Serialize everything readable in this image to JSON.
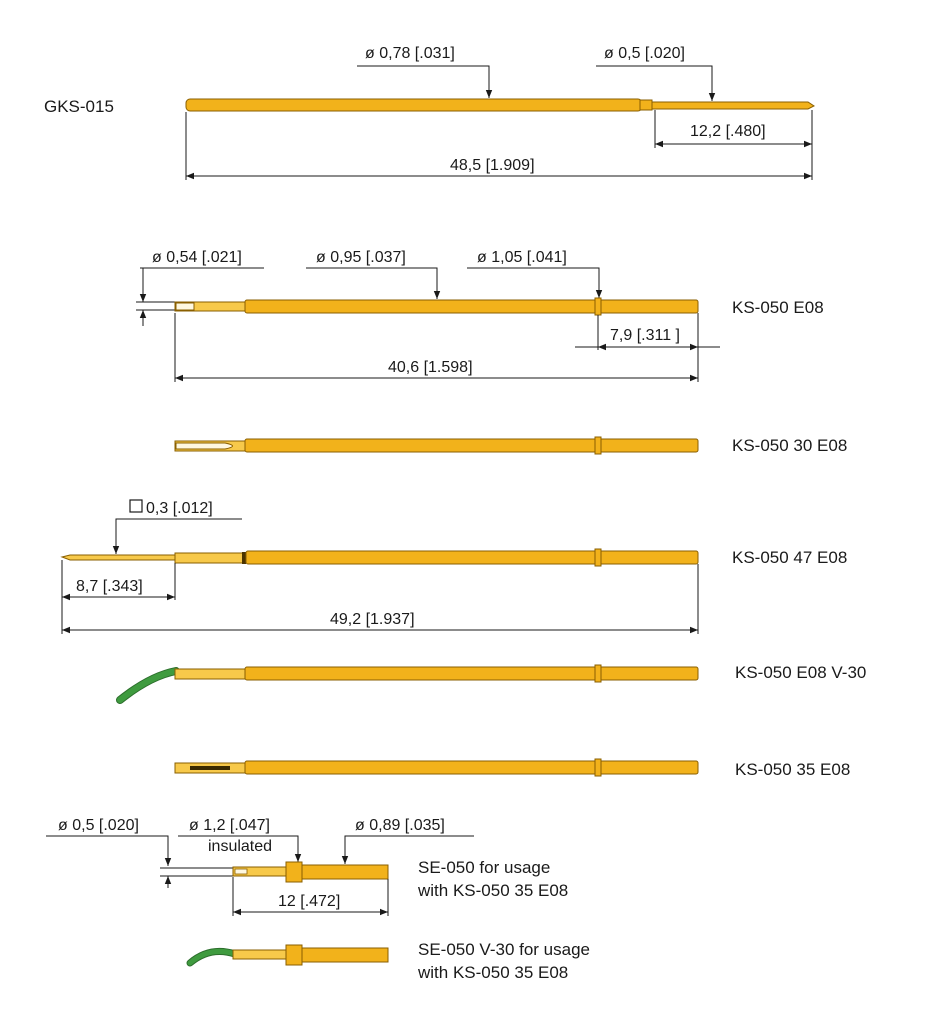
{
  "colors": {
    "pin_gold": "#f2b21b",
    "pin_edge": "#8a5f00",
    "tip_green": "#3f9b3f",
    "line": "#1a1a1a"
  },
  "gks015": {
    "label": "GKS-015",
    "dia_a": "ø 0,78 [.031]",
    "dia_b": "ø 0,5 [.020]",
    "len_tip": "12,2 [.480]",
    "len_total": "48,5 [1.909]"
  },
  "ks050e08": {
    "label": "KS-050 E08",
    "dia_a": "ø 0,54 [.021]",
    "dia_b": "ø 0,95 [.037]",
    "dia_c": "ø 1,05 [.041]",
    "len_end": "7,9 [.311 ]",
    "len_total": "40,6 [1.598]"
  },
  "ks05030": {
    "label": "KS-050 30 E08"
  },
  "ks05047": {
    "label": "KS-050 47 E08",
    "square": "0,3 [.012]",
    "len_tip": "8,7 [.343]",
    "len_total": "49,2 [1.937]"
  },
  "ksv30": {
    "label": "KS-050 E08 V-30"
  },
  "ks05035": {
    "label": "KS-050 35 E08"
  },
  "se050": {
    "label_line1": "SE-050 for usage",
    "label_line2": "with KS-050 35 E08",
    "dia_a": "ø 0,5 [.020]",
    "dia_b": "ø 1,2 [.047]",
    "insulated": "insulated",
    "dia_c": "ø 0,89 [.035]",
    "len": "12 [.472]"
  },
  "se050v30": {
    "label_line1": "SE-050 V-30 for usage",
    "label_line2": "with KS-050 35 E08"
  }
}
